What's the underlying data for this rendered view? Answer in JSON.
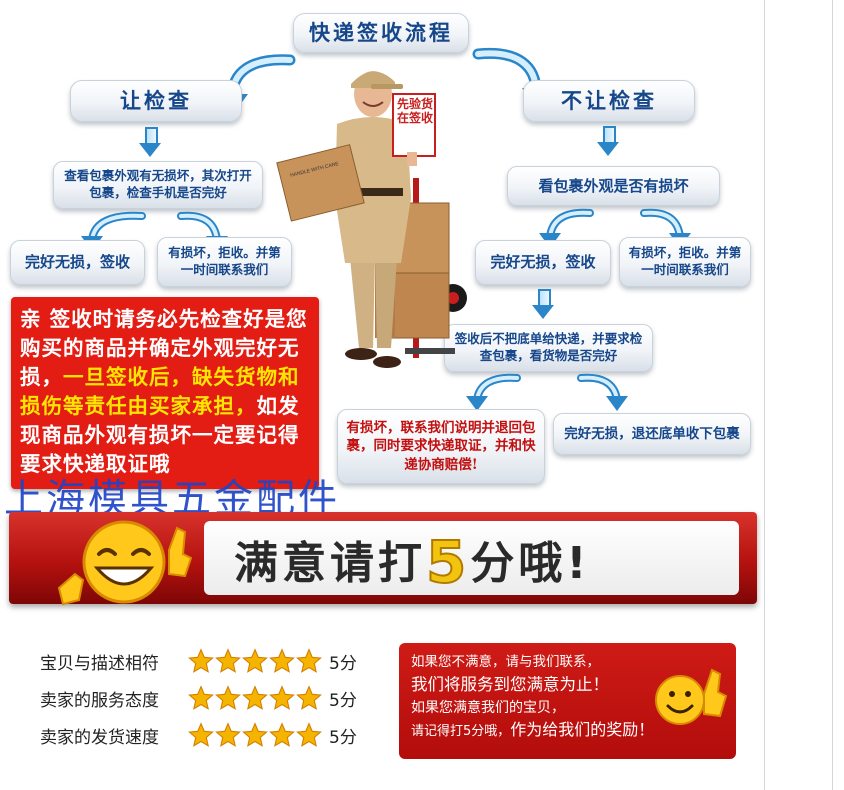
{
  "flow": {
    "title": "快递签收流程",
    "left": {
      "header": "让检查",
      "step": "查看包裹外观有无损坏，其次打开包裹，检查手机是否完好",
      "ok": "完好无损，签收",
      "damaged": "有损坏，拒收。并第一时间联系我们"
    },
    "right": {
      "header": "不让检查",
      "step": "看包裹外观是否有损坏",
      "ok": "完好无损，签收",
      "damaged": "有损坏，拒收。并第一时间联系我们",
      "after_sign": "签收后不把底单给快递，并要求检查包裹，看货物是否完好",
      "damaged_after": "有损坏，联系我们说明并退回包裹，同时要求快递取证，并和快递协商赔偿!",
      "ok_after": "完好无损，退还底单收下包裹"
    }
  },
  "courier": {
    "sign_text": "先验货 在签收",
    "box_label": "HANDLE WITH CARE"
  },
  "notice": {
    "part1": "亲 签收时请务必先检查好是您购买的商品并确定外观完好无损，",
    "part2": "一旦签收后，缺失货物和损伤等责任由买家承担，",
    "part3": "如发现商品外观有损坏一定要记得要求快递取证哦"
  },
  "watermark": "上海模具五金配件",
  "banner": {
    "text_before": "满意请打",
    "number": "5",
    "text_after": "分哦!"
  },
  "ratings": [
    {
      "label": "宝贝与描述相符",
      "stars": 5,
      "score": "5分"
    },
    {
      "label": "卖家的服务态度",
      "stars": 5,
      "score": "5分"
    },
    {
      "label": "卖家的发货速度",
      "stars": 5,
      "score": "5分"
    }
  ],
  "ask": {
    "line1": "如果您不满意，请与我们联系，",
    "line2": "我们将服务到您满意为止！",
    "line3": "如果您满意我们的宝贝，",
    "line4_prefix": "请记得打5分哦，",
    "line4_suffix": "作为给我们的奖励！"
  },
  "colors": {
    "flow_text": "#16478a",
    "notice_bg": "#e31c14",
    "notice_highlight": "#ffe600",
    "banner_red": "#b4120f",
    "star": "#f5b400",
    "watermark": "#1f45c8"
  }
}
